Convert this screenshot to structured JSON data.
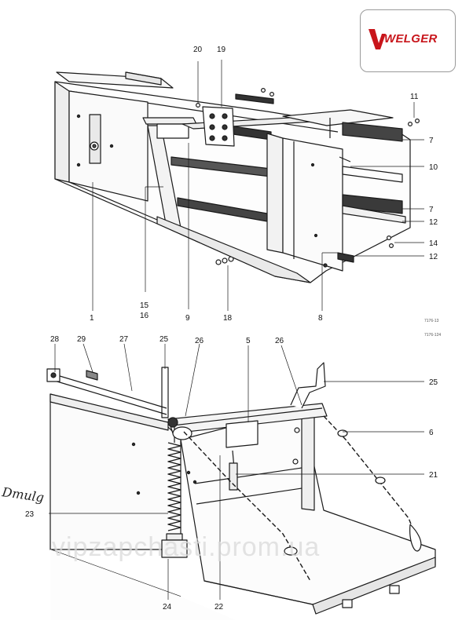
{
  "logo": {
    "brand": "WELGER",
    "color": "#c8151b"
  },
  "upper_assembly": {
    "callouts": [
      "20",
      "19",
      "11",
      "7",
      "10",
      "7",
      "12",
      "14",
      "12",
      "1",
      "15",
      "16",
      "9",
      "18",
      "8"
    ],
    "code": "7176-13"
  },
  "lower_assembly": {
    "callouts": [
      "28",
      "29",
      "27",
      "25",
      "26",
      "5",
      "26",
      "25",
      "6",
      "21",
      "23",
      "24",
      "22"
    ],
    "code": "7176-124"
  },
  "handwriting": "Dmulg",
  "watermark": "vipzapchasti.prom.ua"
}
